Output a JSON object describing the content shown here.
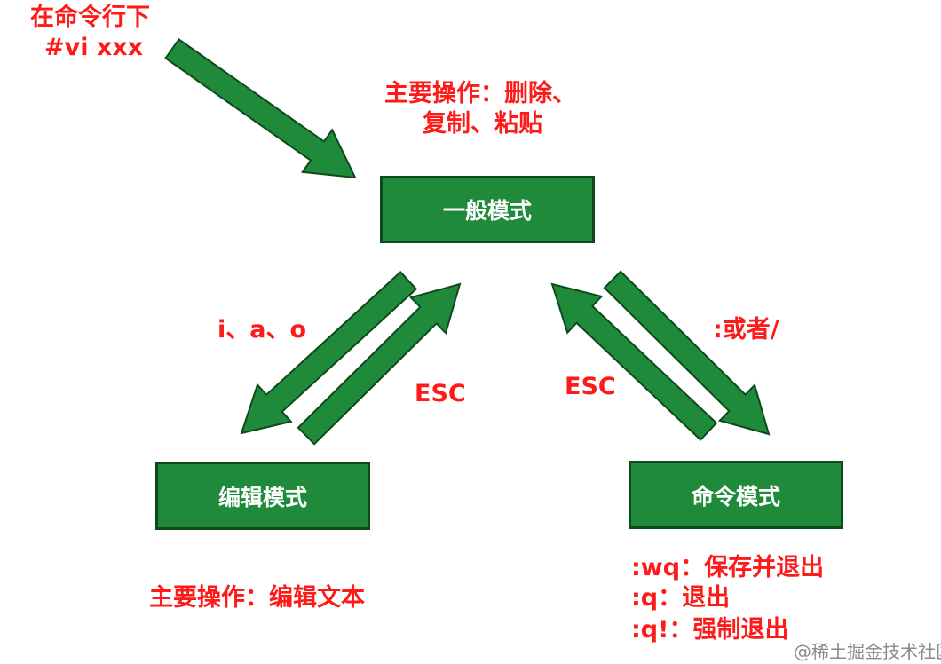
{
  "start_note": {
    "line1": "在命令行下",
    "line2": "#vi xxx"
  },
  "normal_mode": {
    "label": "一般模式",
    "ops_line1": "主要操作：删除、",
    "ops_line2": "复制、粘贴"
  },
  "edit_mode": {
    "label": "编辑模式",
    "ops": "主要操作：编辑文本"
  },
  "command_mode": {
    "label": "命令模式",
    "ops": [
      ":wq：保存并退出",
      ":q：退出",
      ":q!：强制退出"
    ]
  },
  "transitions": {
    "to_edit": "i、a、o",
    "edit_to_normal": "ESC",
    "to_command": ":或者/",
    "command_to_normal": "ESC"
  },
  "watermark": "@稀土掘金技术社区",
  "colors": {
    "box_fill": "#1e8a3a",
    "box_border": "#0c4a1b",
    "arrow_fill": "#1e8a3a",
    "arrow_border": "#0c4a1b",
    "label_text": "#ff1a1a",
    "box_text": "#ffffff"
  }
}
